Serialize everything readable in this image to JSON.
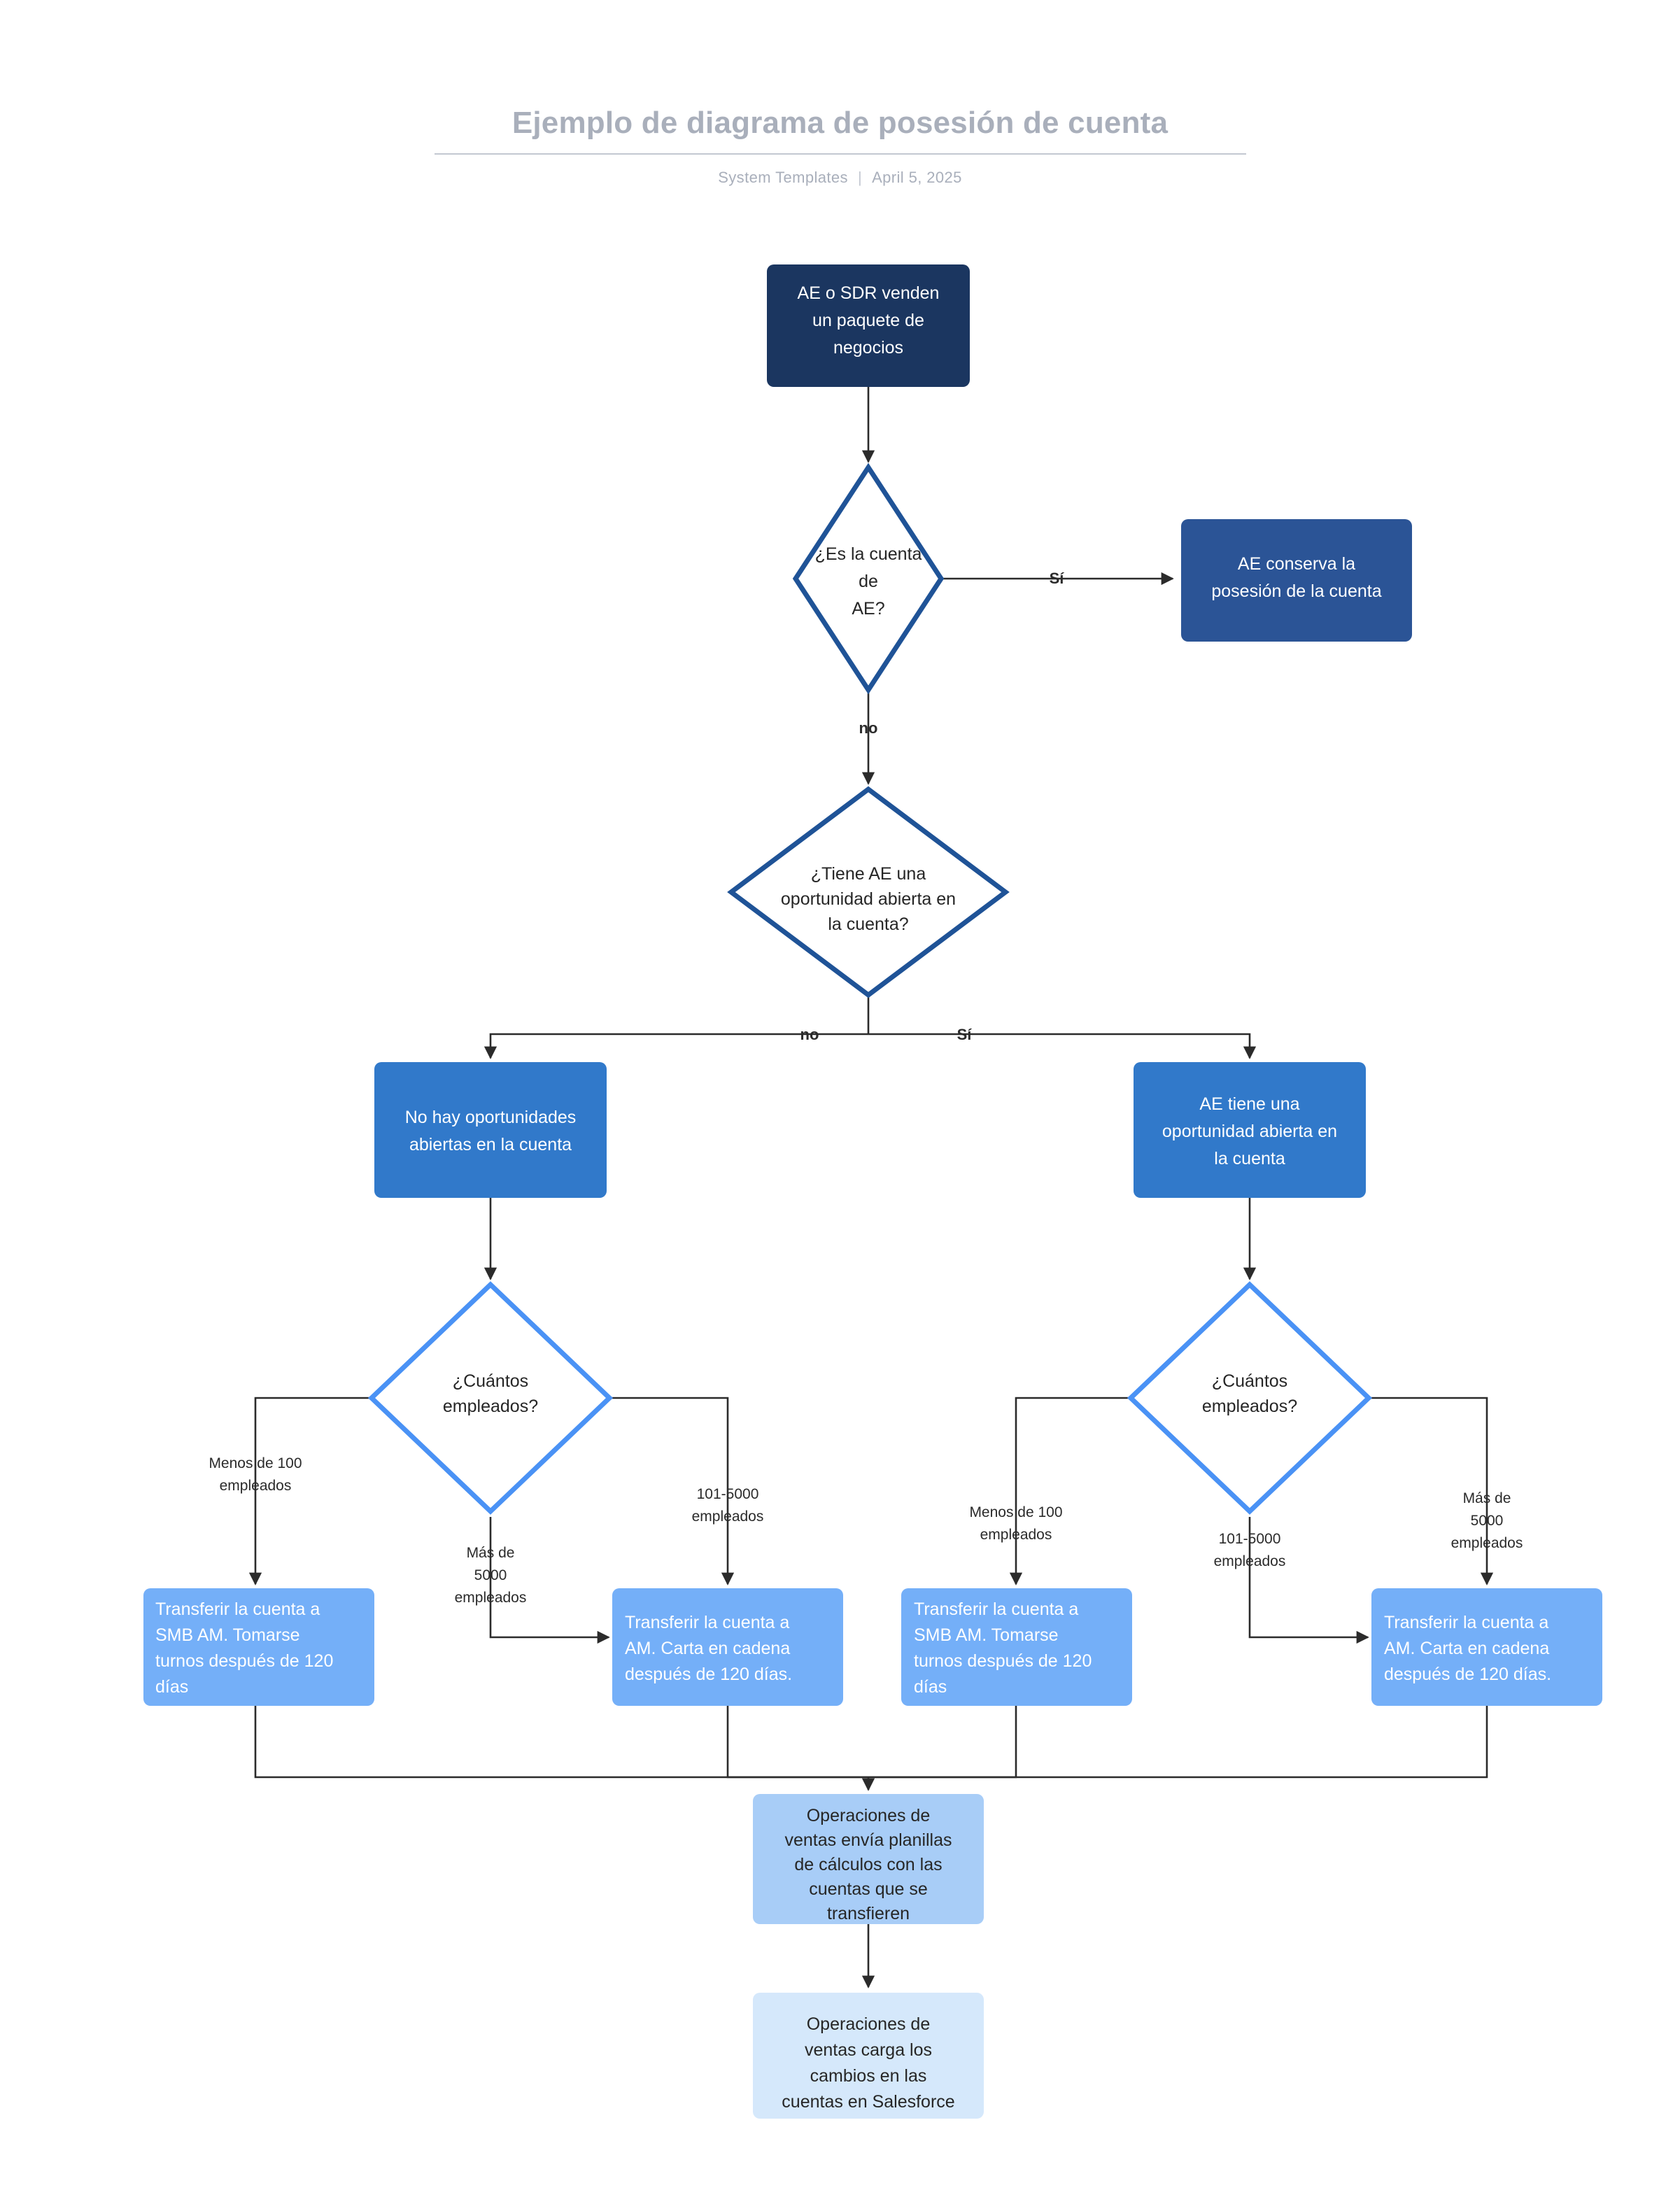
{
  "header": {
    "title": "Ejemplo de diagrama de posesión de cuenta",
    "author": "System Templates",
    "separator": "|",
    "date": "April 5, 2025"
  },
  "colors": {
    "navy": "#1b3660",
    "blue_dark": "#2b5496",
    "blue_mid": "#3179ca",
    "blue_light": "#74aff8",
    "blue_pale": "#a8cdf7",
    "blue_faint": "#d5e8fb",
    "diamond_stroke_dark": "#1f5397",
    "diamond_stroke_light": "#4a92f5",
    "edge": "#2b2b2b",
    "title_grey": "#a9afbb"
  },
  "nodes": {
    "start": {
      "label": "AE o SDR venden un paquete de negocios",
      "lines": [
        "AE o SDR venden",
        "un paquete de",
        "negocios"
      ]
    },
    "decision_owner": {
      "label": "¿Es la cuenta de AE?",
      "lines": [
        "¿Es la cuenta",
        "de",
        "AE?"
      ]
    },
    "ae_keeps": {
      "label": "AE conserva la posesión de la cuenta",
      "lines": [
        "AE conserva la",
        "posesión de la cuenta"
      ]
    },
    "decision_open_opp": {
      "label": "¿Tiene AE una oportunidad abierta en la cuenta?",
      "lines": [
        "¿Tiene AE una",
        "oportunidad abierta en",
        "la cuenta?"
      ]
    },
    "no_open_opps": {
      "label": "No hay oportunidades abiertas en la cuenta",
      "lines": [
        "No hay oportunidades",
        "abiertas en la cuenta"
      ]
    },
    "has_open_opp": {
      "label": "AE tiene una oportunidad abierta en la cuenta",
      "lines": [
        "AE tiene una",
        "oportunidad abierta en",
        "la cuenta"
      ]
    },
    "employees_left": {
      "label": "¿Cuántos empleados?",
      "lines": [
        "¿Cuántos",
        "empleados?"
      ]
    },
    "employees_right": {
      "label": "¿Cuántos empleados?",
      "lines": [
        "¿Cuántos",
        "empleados?"
      ]
    },
    "transfer_smb_left": {
      "label": "Transferir la cuenta a SMB AM. Tomarse turnos después de 120 días",
      "lines": [
        "Transferir la cuenta a",
        "SMB AM. Tomarse",
        "turnos después de 120",
        "días"
      ]
    },
    "transfer_am_left": {
      "label": "Transferir la cuenta a AM. Carta en cadena después de 120 días.",
      "lines": [
        "Transferir la cuenta a",
        "AM. Carta en cadena",
        "después de 120 días."
      ]
    },
    "transfer_smb_right": {
      "label": "Transferir la cuenta a SMB AM. Tomarse turnos después de 120 días",
      "lines": [
        "Transferir la cuenta a",
        "SMB AM. Tomarse",
        "turnos después de 120",
        "días"
      ]
    },
    "transfer_am_right": {
      "label": "Transferir la cuenta a AM. Carta en cadena después de 120 días.",
      "lines": [
        "Transferir la cuenta a",
        "AM. Carta en cadena",
        "después de 120 días."
      ]
    },
    "sales_ops_sheet": {
      "label": "Operaciones de ventas envía planillas de cálculos con las cuentas que se transfieren",
      "lines": [
        "Operaciones de",
        "ventas envía planillas",
        "de cálculos con las",
        "cuentas que se",
        "transfieren"
      ]
    },
    "sales_ops_salesforce": {
      "label": "Operaciones de ventas carga los cambios en las cuentas en Salesforce",
      "lines": [
        "Operaciones de",
        "ventas carga los",
        "cambios en las",
        "cuentas en Salesforce"
      ]
    }
  },
  "edge_labels": {
    "owner_yes": "Sí",
    "owner_no": "no",
    "opp_no": "no",
    "opp_yes": "Sí",
    "left_lt100": {
      "lines": [
        "Menos de 100",
        "empleados"
      ]
    },
    "left_gt5000": {
      "lines": [
        "Más de",
        "5000",
        "empleados"
      ]
    },
    "left_101_5000": {
      "lines": [
        "101-5000",
        "empleados"
      ]
    },
    "right_lt100": {
      "lines": [
        "Menos de 100",
        "empleados"
      ]
    },
    "right_101_5000": {
      "lines": [
        "101-5000",
        "empleados"
      ]
    },
    "right_gt5000": {
      "lines": [
        "Más de",
        "5000",
        "empleados"
      ]
    }
  }
}
